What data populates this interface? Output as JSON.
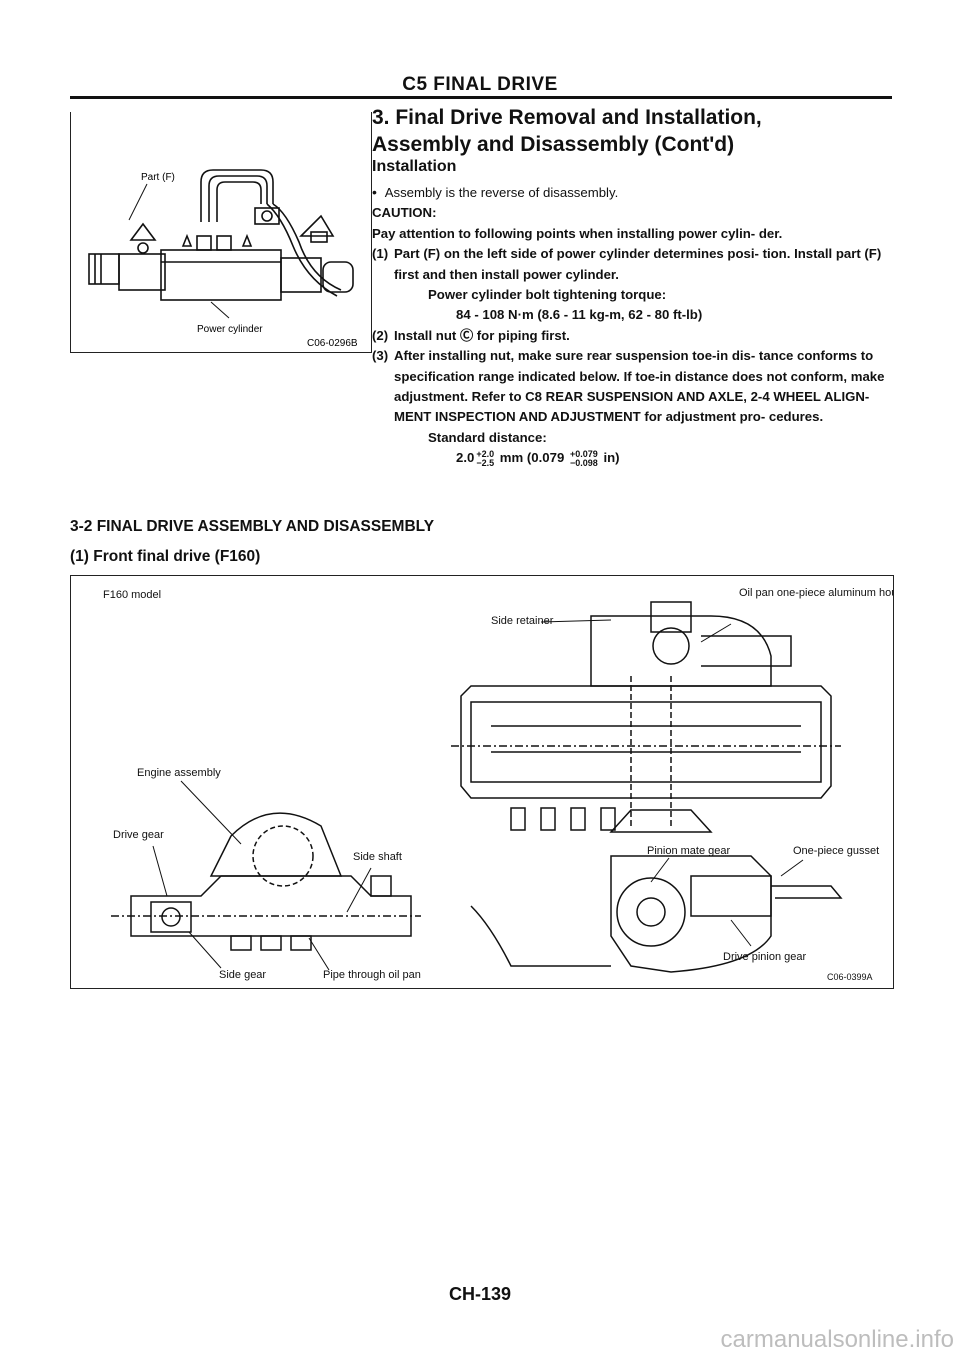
{
  "header": {
    "title": "C5 FINAL DRIVE"
  },
  "section": {
    "title_line1": "3. Final Drive Removal and Installation,",
    "title_line2": "Assembly and Disassembly (Cont'd)",
    "subheading": "Installation",
    "bullet": "Assembly is the reverse of disassembly.",
    "caution_label": "CAUTION:",
    "caution_text": "Pay attention to following points when installing power cylin- der.",
    "step1_num": "(1)",
    "step1_text": "Part (F) on the left side of power cylinder determines posi- tion. Install part (F) first and then install power cylinder.",
    "torque_label": "Power cylinder bolt tightening torque:",
    "torque_value": "84 - 108 N·m (8.6 - 11 kg-m, 62 - 80 ft-lb)",
    "step2_num": "(2)",
    "step2_text": "Install nut Ⓒ for piping first.",
    "step3_num": "(3)",
    "step3_text": "After installing nut, make sure rear suspension toe-in dis- tance conforms to specification range indicated below. If toe-in distance does not conform, make adjustment. Refer to C8 REAR SUSPENSION AND AXLE, 2-4 WHEEL ALIGN- MENT INSPECTION AND ADJUSTMENT for adjustment pro- cedures.",
    "std_label": "Standard distance:",
    "std_base": "2.0",
    "std_tol_plus": "+2.0",
    "std_tol_minus": "−2.5",
    "std_mid": "mm (0.079",
    "std_tol_plus_in": "+0.079",
    "std_tol_minus_in": "−0.098",
    "std_end": "in)"
  },
  "figure1": {
    "label_part": "Part (F)",
    "label_cylinder": "Power cylinder",
    "code": "C06-0296B"
  },
  "section2": {
    "title": "3-2 FINAL DRIVE ASSEMBLY AND DISASSEMBLY",
    "subtitle": "(1) Front final drive (F160)"
  },
  "figure2": {
    "model": "F160 model",
    "side_retainer": "Side retainer",
    "oil_pan": "Oil pan one-piece aluminum housing",
    "engine": "Engine assembly",
    "drive_gear": "Drive gear",
    "side_shaft": "Side shaft",
    "side_gear": "Side gear",
    "pipe": "Pipe through oil pan",
    "pinion_mate": "Pinion mate gear",
    "gusset": "One-piece gusset",
    "drive_pinion": "Drive pinion gear",
    "code": "C06-0399A"
  },
  "page_number": "CH-139",
  "watermark": "carmanualsonline.info"
}
